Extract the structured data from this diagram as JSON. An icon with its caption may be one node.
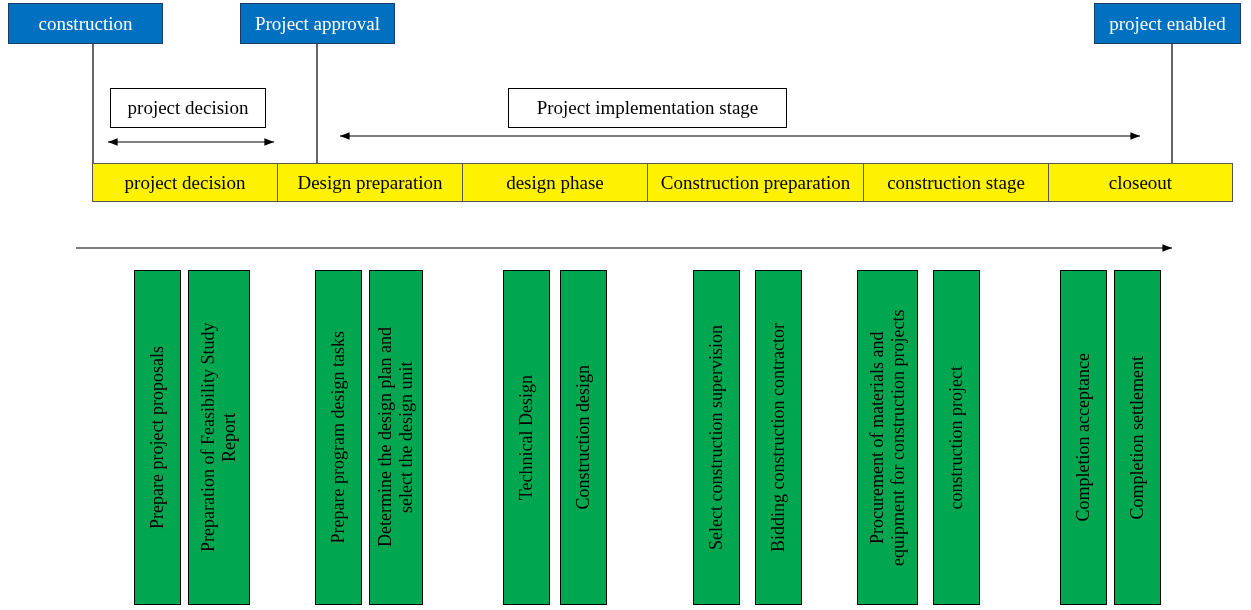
{
  "diagram": {
    "nodes": [
      {
        "text": [
          "construction"
        ]
      },
      {
        "text": [
          "Project approval"
        ]
      },
      {
        "text": [
          "project enabled"
        ]
      },
      {
        "text": [
          "project decision"
        ]
      },
      {
        "text": [
          "Project implementation stage"
        ]
      },
      {
        "text": [
          "project decision"
        ]
      },
      {
        "text": [
          "Design preparation"
        ]
      },
      {
        "text": [
          "design phase"
        ]
      },
      {
        "text": [
          "Construction preparation"
        ]
      },
      {
        "text": [
          "construction stage"
        ]
      },
      {
        "text": [
          "closeout"
        ]
      },
      {
        "text": [
          "Prepare project proposals"
        ]
      },
      {
        "text": [
          "Preparation of Feasibility Study Report"
        ]
      },
      {
        "text": [
          "Prepare program design tasks"
        ]
      },
      {
        "text": [
          "Determine the design plan and select the design unit"
        ]
      },
      {
        "text": [
          "Technical Design"
        ]
      },
      {
        "text": [
          "Construction design"
        ]
      },
      {
        "text": [
          "Select construction supervision"
        ]
      },
      {
        "text": [
          "Bidding construction contractor"
        ]
      },
      {
        "text": [
          "Procurement of materials and equipment for construction projects"
        ]
      },
      {
        "text": [
          "construction project"
        ]
      },
      {
        "text": [
          "Completion acceptance"
        ]
      },
      {
        "text": [
          "Completion settlement"
        ]
      }
    ],
    "edges": [
      {
        "from": 0,
        "to": 5,
        "arrow": "none"
      },
      {
        "from": 1,
        "to": 6,
        "arrow": "none"
      },
      {
        "from": 2,
        "to": 10,
        "arrow": "none"
      }
    ]
  }
}
